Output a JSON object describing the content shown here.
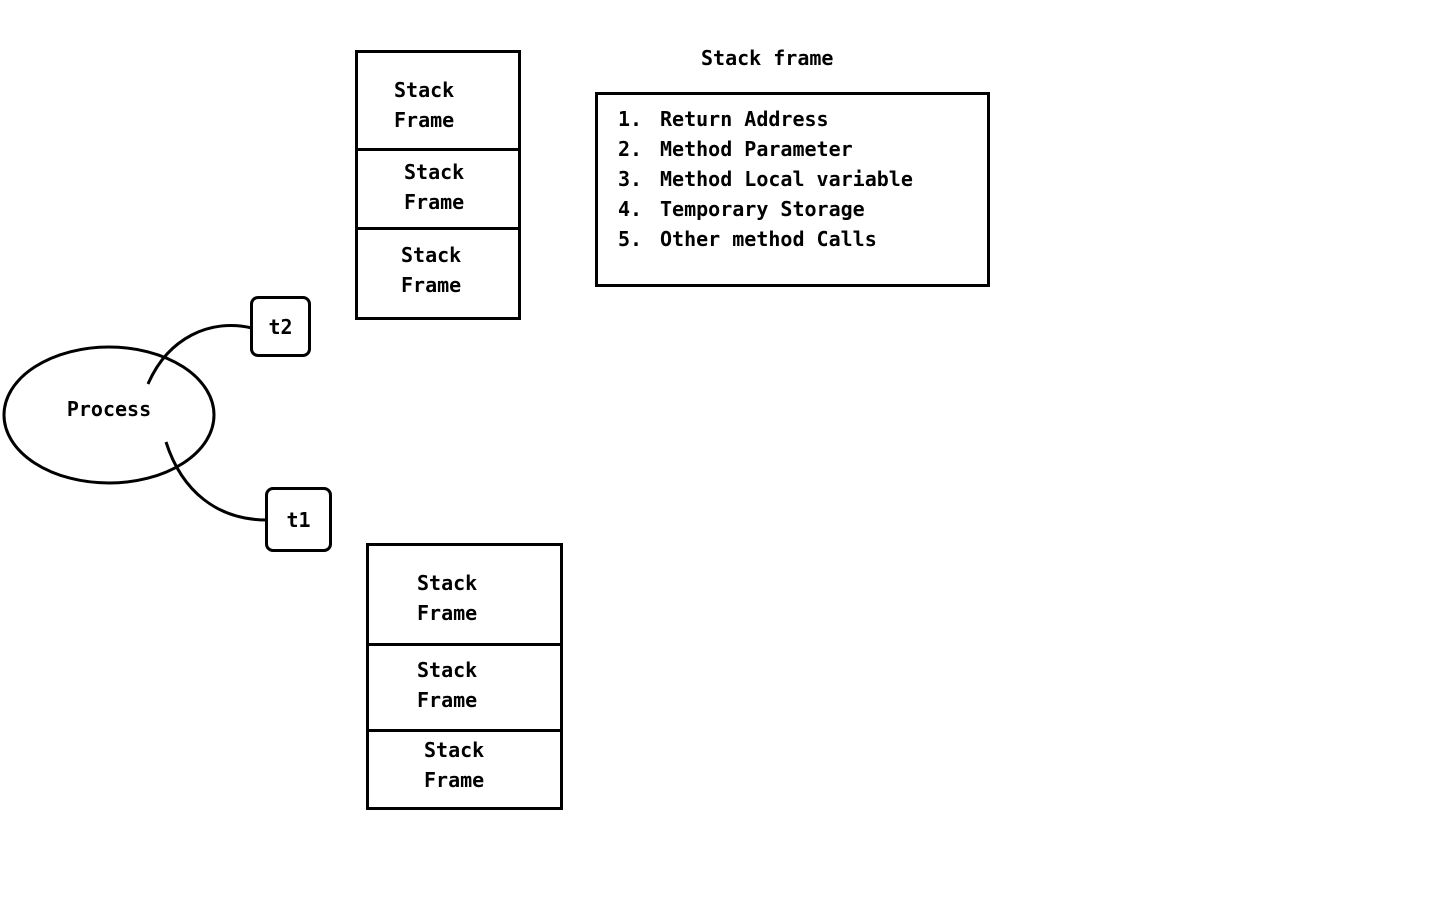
{
  "process": {
    "label": "Process"
  },
  "threads": [
    {
      "label": "t2"
    },
    {
      "label": "t1"
    }
  ],
  "stack_t2": {
    "frames": [
      {
        "line1": "Stack",
        "line2": "Frame"
      },
      {
        "line1": "Stack",
        "line2": "Frame"
      },
      {
        "line1": "Stack",
        "line2": "Frame"
      }
    ]
  },
  "stack_t1": {
    "frames": [
      {
        "line1": "Stack",
        "line2": "Frame"
      },
      {
        "line1": "Stack",
        "line2": "Frame"
      },
      {
        "line1": "Stack",
        "line2": "Frame"
      }
    ]
  },
  "legend": {
    "title": "Stack frame",
    "items": [
      {
        "number": "1.",
        "text": "Return Address"
      },
      {
        "number": "2.",
        "text": "Method Parameter"
      },
      {
        "number": "3.",
        "text": "Method Local variable"
      },
      {
        "number": "4.",
        "text": "Temporary Storage"
      },
      {
        "number": "5.",
        "text": "Other method Calls"
      }
    ]
  }
}
